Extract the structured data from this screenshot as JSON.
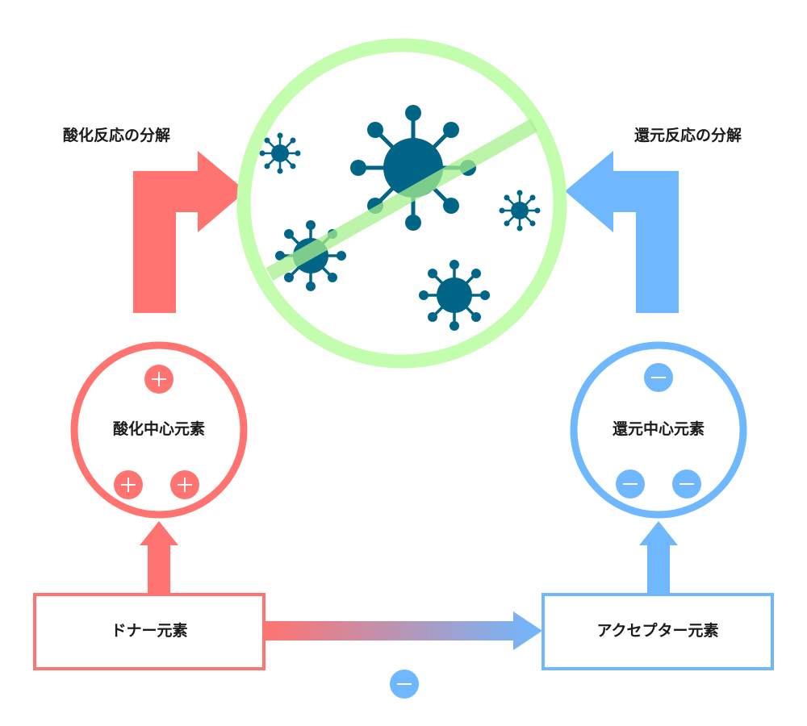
{
  "labels": {
    "oxidation_decomposition": "酸化反応の分解",
    "reduction_decomposition": "還元反応の分解",
    "oxidation_center": "酸化中心元素",
    "reduction_center": "還元中心元素",
    "donor": "ドナー元素",
    "acceptor": "アクセプター元素"
  },
  "colors": {
    "red": "#ff7470",
    "blue": "#6fb7ff",
    "green_ring": "#c3feae",
    "virus": "#006587"
  },
  "icons": {
    "plus": "plus-icon",
    "minus": "minus-icon",
    "virus": "virus-icon",
    "no_symbol": "prohibition-icon"
  }
}
